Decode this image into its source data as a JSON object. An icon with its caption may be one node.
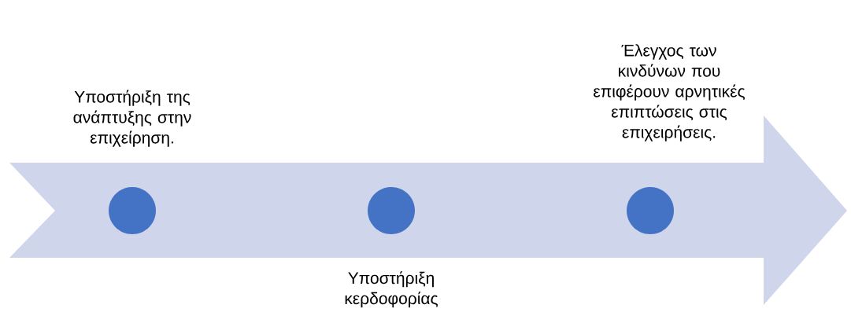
{
  "diagram": {
    "nodes": [
      {
        "text": [],
        "shape": "arrow"
      },
      {
        "text": [],
        "shape": "circle",
        "in": 0,
        "beside": [
          "Υποστήριξη της ανάπτυξης στην επιχείρηση."
        ]
      },
      {
        "text": [],
        "shape": "circle",
        "in": 0,
        "beside": [
          "Υποστήριξη κερδοφορίας"
        ]
      },
      {
        "text": [],
        "shape": "circle",
        "in": 0,
        "beside": [
          "Έλεγχος των κινδύνων που επιφέρουν αρνητικές επιπτώσεις στις επιχειρήσεις."
        ]
      }
    ]
  }
}
